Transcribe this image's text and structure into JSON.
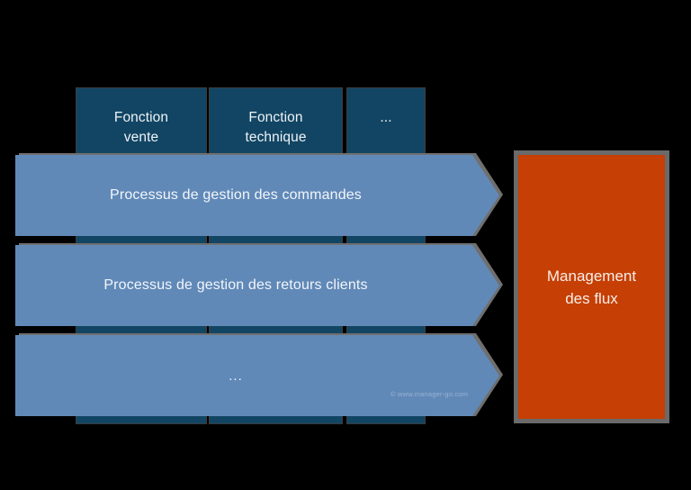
{
  "diagram": {
    "background_color": "#000000",
    "title_visible": false,
    "function_columns": {
      "fill_color": "#124563",
      "text_color": "#eef3f7",
      "items": [
        {
          "label": "Fonction\nvente",
          "name": "fonction-vente"
        },
        {
          "label": "Fonction\ntechnique",
          "name": "fonction-technique"
        },
        {
          "label": "...",
          "name": "fonction-autres"
        }
      ]
    },
    "processes": {
      "fill_color": "#6189b8",
      "text_color": "#f2f6fa",
      "items": [
        {
          "label": "Processus de gestion des commandes",
          "name": "processus-commandes"
        },
        {
          "label": "Processus de gestion des retours clients",
          "name": "processus-retours-clients"
        },
        {
          "label": "...",
          "name": "processus-autres"
        }
      ]
    },
    "management": {
      "label": "Management\ndes flux",
      "fill_color": "#c63f04",
      "border_color": "#6a6a6a",
      "text_color": "#f6efe9"
    },
    "watermark": {
      "text": "© www.manager-go.com"
    }
  }
}
